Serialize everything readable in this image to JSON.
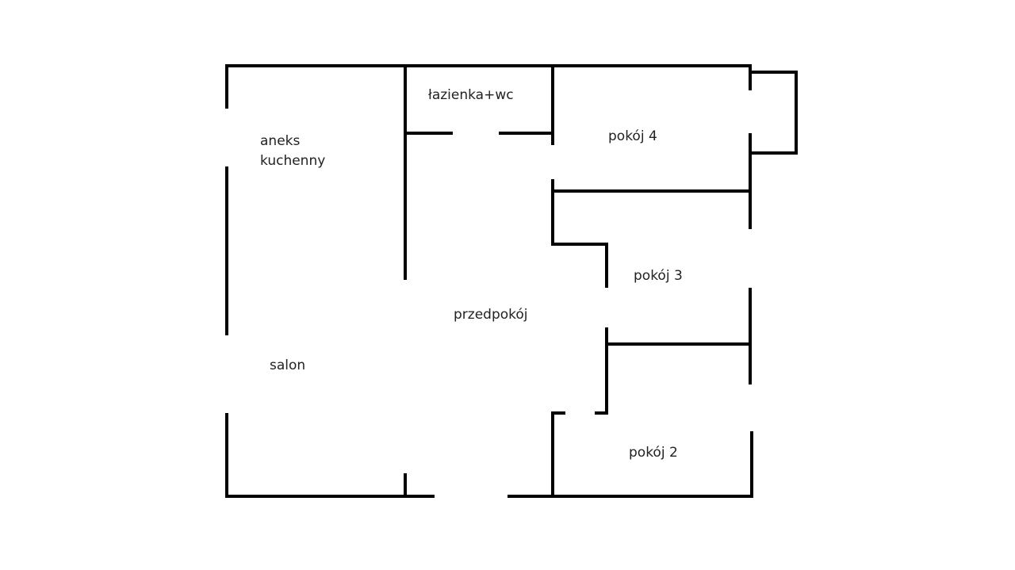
{
  "rooms": {
    "kitchen_line1": "aneks",
    "kitchen_line2": "kuchenny",
    "bathroom": "łazienka+wc",
    "room4": "pokój 4",
    "room3": "pokój 3",
    "hall": "przedpokój",
    "living": "salon",
    "room2": "pokój 2"
  },
  "colors": {
    "wall": "#000000",
    "background": "#ffffff"
  }
}
